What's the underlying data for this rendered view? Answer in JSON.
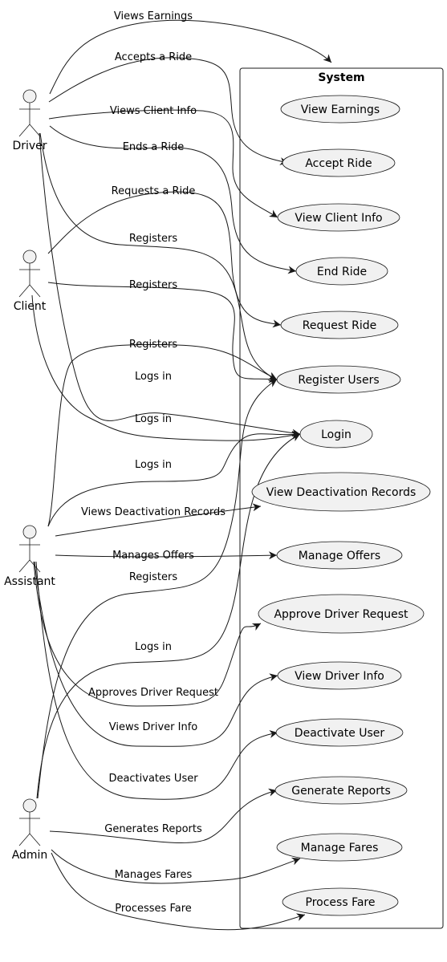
{
  "system": {
    "title": "System"
  },
  "actors": [
    {
      "id": "driver",
      "label": "Driver"
    },
    {
      "id": "client",
      "label": "Client"
    },
    {
      "id": "assistant",
      "label": "Assistant"
    },
    {
      "id": "admin",
      "label": "Admin"
    }
  ],
  "use_cases": [
    {
      "id": "view_earnings",
      "label": "View Earnings"
    },
    {
      "id": "accept_ride",
      "label": "Accept Ride"
    },
    {
      "id": "view_client_info",
      "label": "View Client Info"
    },
    {
      "id": "end_ride",
      "label": "End Ride"
    },
    {
      "id": "request_ride",
      "label": "Request Ride"
    },
    {
      "id": "register_users",
      "label": "Register Users"
    },
    {
      "id": "login",
      "label": "Login"
    },
    {
      "id": "view_deactivation_records",
      "label": "View Deactivation Records"
    },
    {
      "id": "manage_offers",
      "label": "Manage Offers"
    },
    {
      "id": "approve_driver_request",
      "label": "Approve Driver Request"
    },
    {
      "id": "view_driver_info",
      "label": "View Driver Info"
    },
    {
      "id": "deactivate_user",
      "label": "Deactivate User"
    },
    {
      "id": "generate_reports",
      "label": "Generate Reports"
    },
    {
      "id": "manage_fares",
      "label": "Manage Fares"
    },
    {
      "id": "process_fare",
      "label": "Process Fare"
    }
  ],
  "edges": [
    {
      "from": "driver",
      "to": "view_earnings",
      "label": "Views Earnings"
    },
    {
      "from": "driver",
      "to": "accept_ride",
      "label": "Accepts a Ride"
    },
    {
      "from": "driver",
      "to": "view_client_info",
      "label": "Views Client Info"
    },
    {
      "from": "driver",
      "to": "end_ride",
      "label": "Ends a Ride"
    },
    {
      "from": "client",
      "to": "request_ride",
      "label": "Requests a Ride"
    },
    {
      "from": "driver",
      "to": "register_users",
      "label": "Registers"
    },
    {
      "from": "client",
      "to": "register_users",
      "label": "Registers"
    },
    {
      "from": "assistant",
      "to": "register_users",
      "label": "Registers"
    },
    {
      "from": "driver",
      "to": "login",
      "label": "Logs in"
    },
    {
      "from": "client",
      "to": "login",
      "label": "Logs in"
    },
    {
      "from": "assistant",
      "to": "login",
      "label": "Logs in"
    },
    {
      "from": "assistant",
      "to": "view_deactivation_records",
      "label": "Views Deactivation Records"
    },
    {
      "from": "assistant",
      "to": "manage_offers",
      "label": "Manages Offers"
    },
    {
      "from": "admin",
      "to": "register_users",
      "label": "Registers"
    },
    {
      "from": "admin",
      "to": "login",
      "label": "Logs in"
    },
    {
      "from": "assistant",
      "to": "approve_driver_request",
      "label": "Approves Driver Request"
    },
    {
      "from": "assistant",
      "to": "view_driver_info",
      "label": "Views Driver Info"
    },
    {
      "from": "assistant",
      "to": "deactivate_user",
      "label": "Deactivates User"
    },
    {
      "from": "admin",
      "to": "generate_reports",
      "label": "Generates Reports"
    },
    {
      "from": "admin",
      "to": "manage_fares",
      "label": "Manages Fares"
    },
    {
      "from": "admin",
      "to": "process_fare",
      "label": "Processes Fare"
    }
  ],
  "colors": {
    "line": "#181818",
    "usecase_fill": "#f1f1f1",
    "actor_fill": "#f1f1f1",
    "boundary_fill": "#ffffff",
    "text": "#000000"
  }
}
